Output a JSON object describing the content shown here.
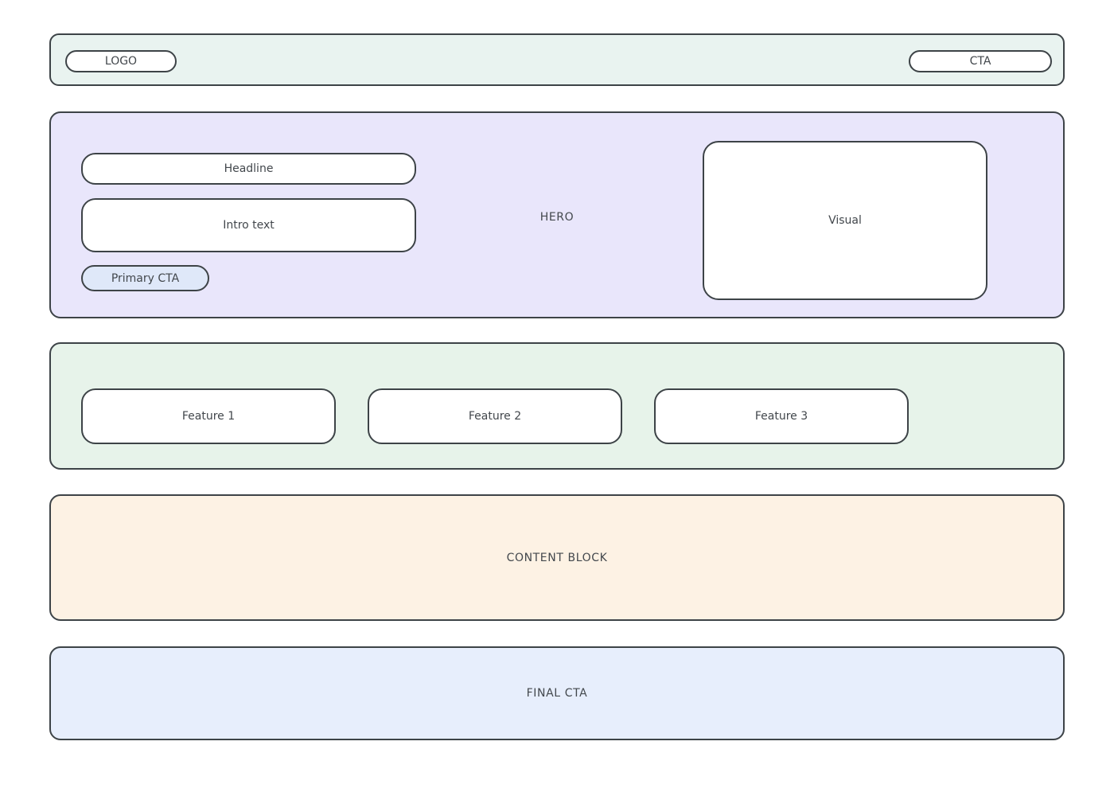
{
  "colors": {
    "border": "#3d4347",
    "text": "#42474c",
    "topbar_bg": "#e9f3f0",
    "hero_bg": "#e9e6fb",
    "features_bg": "#e7f3ea",
    "content_bg": "#fdf2e4",
    "final_bg": "#e7eefc",
    "card_bg": "#ffffff",
    "primary_cta_bg": "#dfe8f9"
  },
  "topbar": {
    "logo_label": "LOGO",
    "cta_label": "CTA"
  },
  "hero": {
    "section_label": "HERO",
    "headline_label": "Headline",
    "intro_label": "Intro text",
    "primary_cta_label": "Primary CTA",
    "visual_label": "Visual"
  },
  "features": {
    "items": [
      {
        "label": "Feature 1"
      },
      {
        "label": "Feature 2"
      },
      {
        "label": "Feature 3"
      }
    ]
  },
  "content_block": {
    "label": "CONTENT BLOCK"
  },
  "final_cta": {
    "label": "FINAL CTA"
  }
}
